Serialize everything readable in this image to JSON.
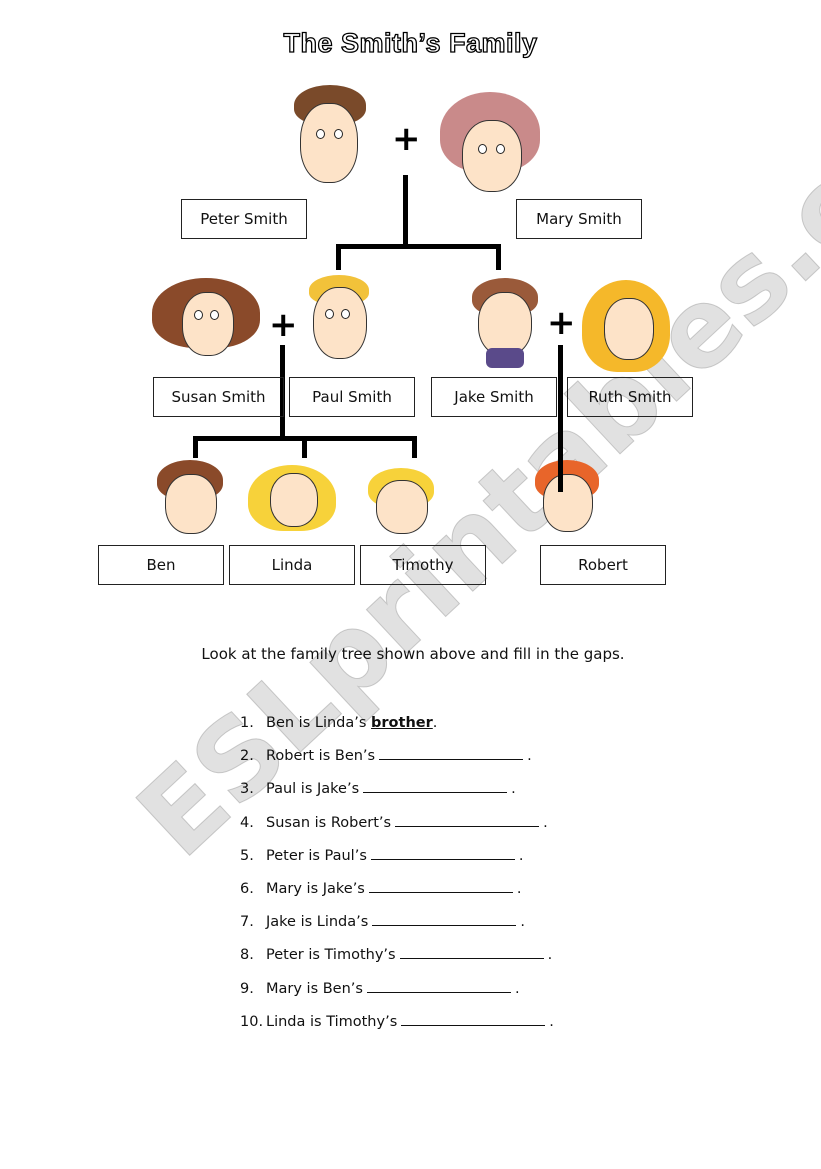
{
  "title": "The Smith’s Family",
  "tree": {
    "grandparents": [
      "Peter Smith",
      "Mary Smith"
    ],
    "parents": [
      "Susan Smith",
      "Paul Smith",
      "Jake Smith",
      "Ruth Smith"
    ],
    "children": [
      "Ben",
      "Linda",
      "Timothy",
      "Robert"
    ],
    "plus_symbol": "+"
  },
  "instructions": "Look at the family tree shown above and fill in the gaps.",
  "exercises": [
    {
      "num": "1.",
      "text": "Ben is Linda’s ",
      "answer": "brother",
      "end": "."
    },
    {
      "num": "2.",
      "text": "Robert is Ben’s",
      "end": "."
    },
    {
      "num": "3.",
      "text": "Paul is Jake’s",
      "end": "."
    },
    {
      "num": "4.",
      "text": "Susan is Robert’s",
      "end": "."
    },
    {
      "num": "5.",
      "text": "Peter is Paul’s",
      "end": "."
    },
    {
      "num": "6.",
      "text": "Mary is Jake’s",
      "end": "."
    },
    {
      "num": "7.",
      "text": "Jake is Linda’s",
      "end": "."
    },
    {
      "num": "8.",
      "text": "Peter is Timothy’s",
      "end": "."
    },
    {
      "num": "9.",
      "text": "Mary is Ben’s",
      "end": "."
    },
    {
      "num": "10.",
      "text": "Linda is Timothy’s",
      "end": "."
    }
  ],
  "watermark": "ESLprintables.com"
}
